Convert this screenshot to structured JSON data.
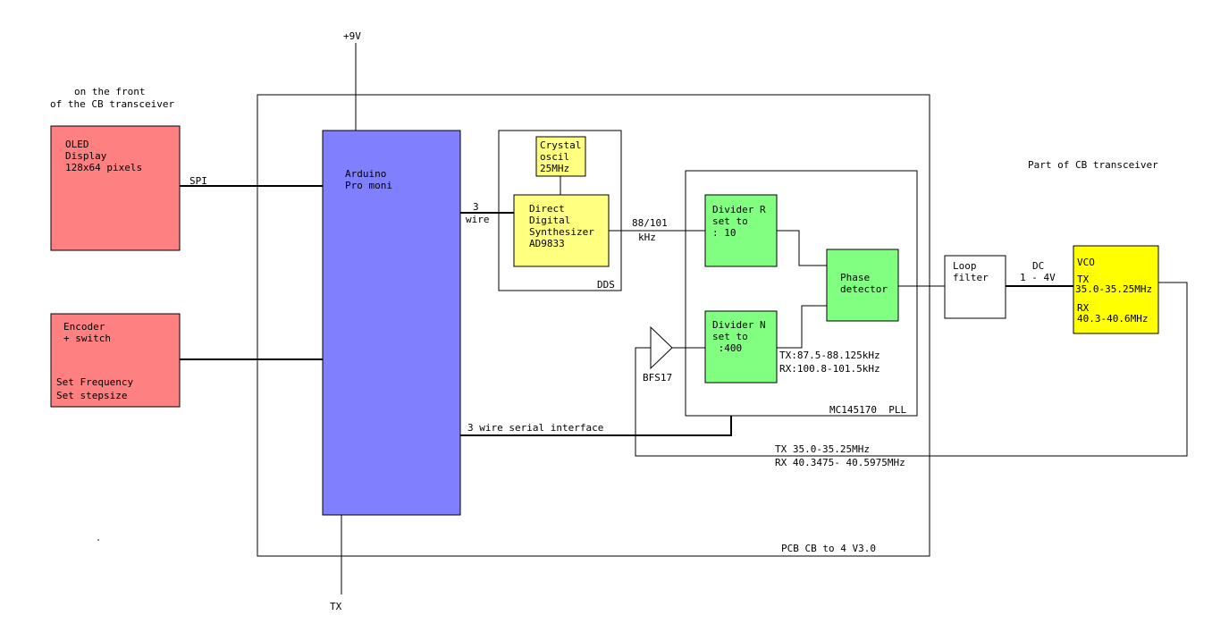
{
  "colors": {
    "red_block": "#ff8080",
    "blue_block": "#8080ff",
    "green_block": "#80ff80",
    "yellow_block": "#ffff00",
    "crystal_block": "#ffff80",
    "white_block": "#ffffff"
  },
  "labels": {
    "supply": "+9V",
    "tx_bottom": "TX",
    "front_line1": "on the front",
    "front_line2": "of the CB transceiver",
    "part_of_cb": "Part of CB transceiver",
    "pcb": "PCB CB to 4 V3.0",
    "dds": "DDS",
    "pll": "MC145170  PLL",
    "spi": "SPI",
    "three_wire_1": "3",
    "three_wire_2": "wire",
    "dds_out_1": "88/101",
    "dds_out_2": "kHz",
    "dc_1": "DC",
    "dc_2": "1 - 4V",
    "serial": "3 wire serial interface",
    "bfs17": "BFS17",
    "n_tx": "TX:87.5-88.125kHz",
    "n_rx": "RX:100.8-101.5kHz",
    "fb_tx": "TX 35.0-35.25MHz",
    "fb_rx": "RX 40.3475- 40.5975MHz"
  },
  "blocks": {
    "oled": {
      "line1": "OLED",
      "line2": "Display",
      "line3": "128x64 pixels"
    },
    "encoder": {
      "line1": "Encoder",
      "line2": "+ switch",
      "line3": "Set Frequency",
      "line4": "Set stepsize"
    },
    "arduino": {
      "line1": "Arduino",
      "line2": "Pro moni"
    },
    "crystal": {
      "line1": "Crystal",
      "line2": "oscil",
      "line3": "25MHz"
    },
    "synth": {
      "line1": "Direct",
      "line2": "Digital",
      "line3": "Synthesizer",
      "line4": "AD9833"
    },
    "divr": {
      "line1": "Divider R",
      "line2": "set to",
      "line3": ": 10"
    },
    "divn": {
      "line1": "Divider N",
      "line2": "set to",
      "line3": " :400"
    },
    "phase": {
      "line1": "Phase",
      "line2": "detector"
    },
    "loop": {
      "line1": "Loop",
      "line2": "filter"
    },
    "vco": {
      "line1": "VCO",
      "line2": "TX",
      "line3": "35.0-35.25MHz",
      "line4": "RX",
      "line5": "40.3-40.6MHz"
    }
  }
}
